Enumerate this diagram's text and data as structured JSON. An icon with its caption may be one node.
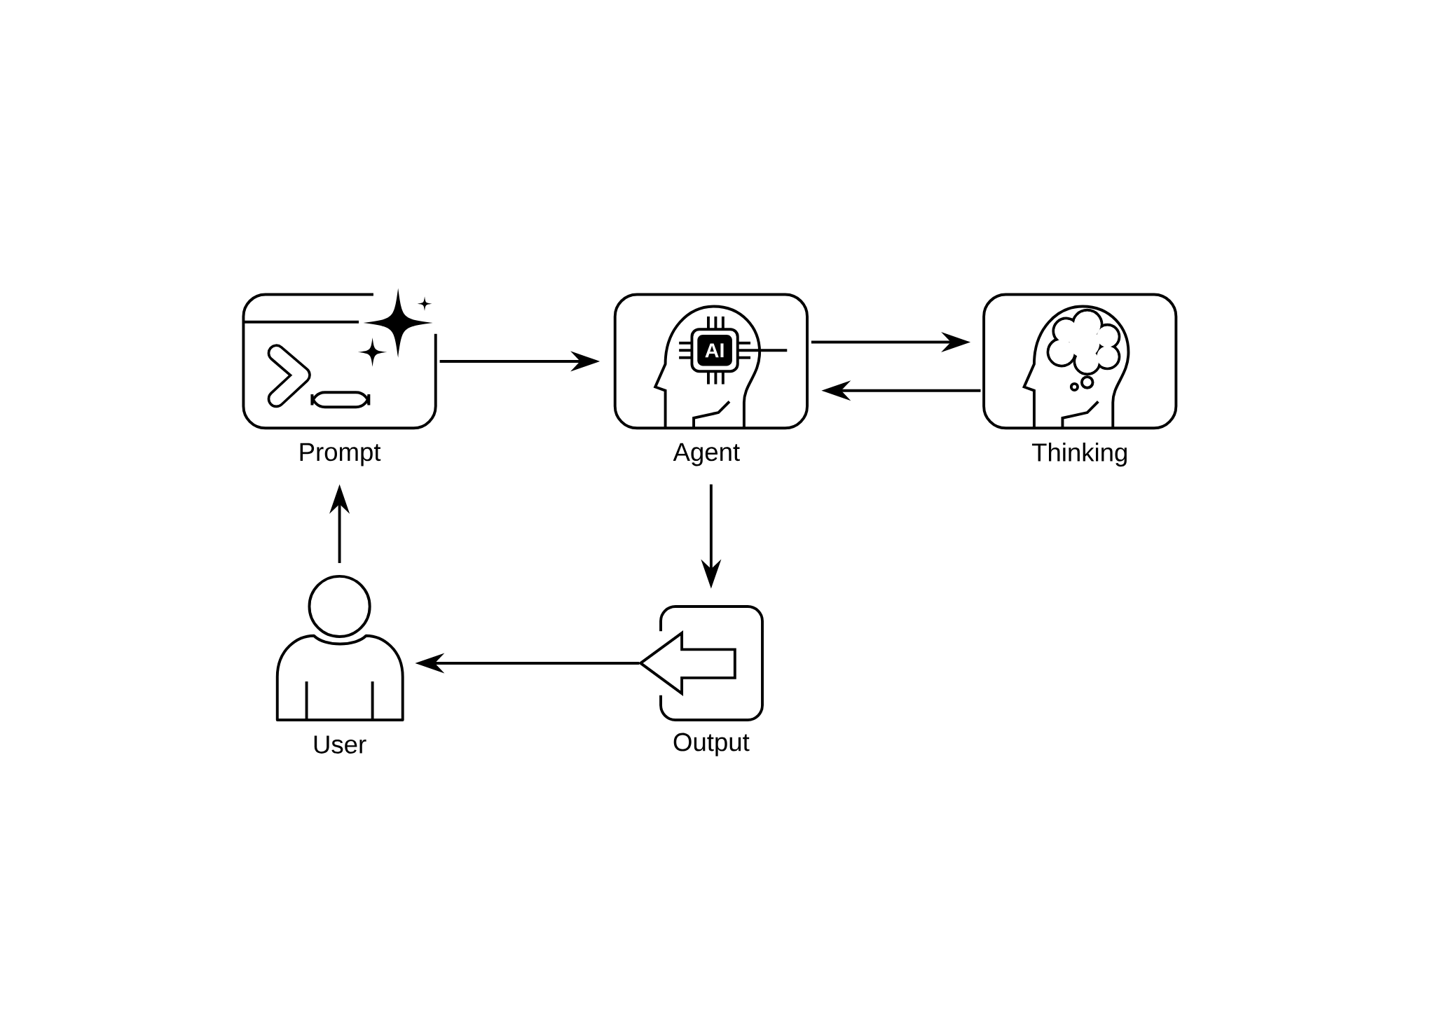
{
  "diagram": {
    "nodes": [
      {
        "text": [
          "Prompt"
        ]
      },
      {
        "text": [
          "Agent"
        ]
      },
      {
        "text": [
          "Thinking"
        ]
      },
      {
        "text": [
          "Output"
        ]
      },
      {
        "text": [
          "User"
        ]
      }
    ],
    "edges": [
      {
        "from": 0,
        "to": 1,
        "arrow": "to"
      },
      {
        "from": 1,
        "to": 2,
        "arrow": "to"
      },
      {
        "from": 2,
        "to": 1,
        "arrow": "to"
      },
      {
        "from": 1,
        "to": 3,
        "arrow": "to"
      },
      {
        "from": 3,
        "to": 4,
        "arrow": "to"
      },
      {
        "from": 4,
        "to": 0,
        "arrow": "to"
      }
    ],
    "labels": [
      "AI"
    ]
  }
}
